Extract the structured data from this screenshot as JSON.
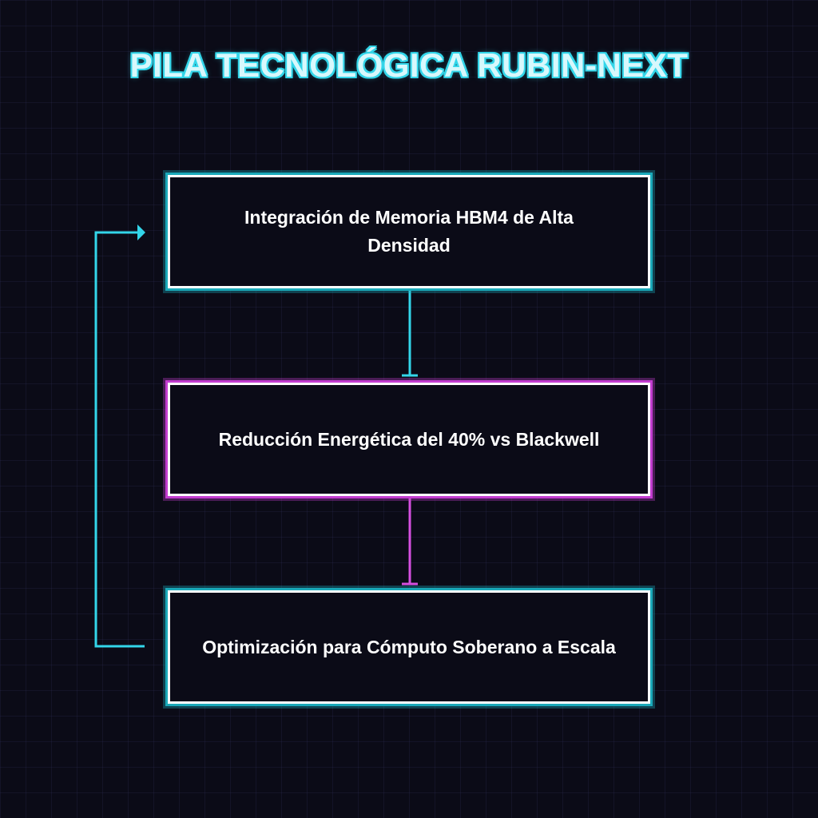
{
  "diagram": {
    "title": "PILA TECNOLÓGICA RUBIN-NEXT",
    "colors": {
      "background": "#0b0b17",
      "cyan": "#33d6ea",
      "magenta": "#d64fe0",
      "node_border": "#ffffff",
      "text": "#ffffff"
    },
    "nodes": [
      {
        "id": "n1",
        "label": "Integración de Memoria HBM4 de Alta Densidad",
        "accent": "cyan"
      },
      {
        "id": "n2",
        "label": "Reducción Energética del 40% vs Blackwell",
        "accent": "magenta"
      },
      {
        "id": "n3",
        "label": "Optimización para Cómputo Soberano a Escala",
        "accent": "cyan"
      }
    ],
    "edges": [
      {
        "from": "n1",
        "to": "n2",
        "color": "cyan"
      },
      {
        "from": "n2",
        "to": "n3",
        "color": "magenta"
      },
      {
        "from": "n3",
        "to": "n1",
        "color": "cyan",
        "style": "loop-back-left"
      }
    ]
  }
}
